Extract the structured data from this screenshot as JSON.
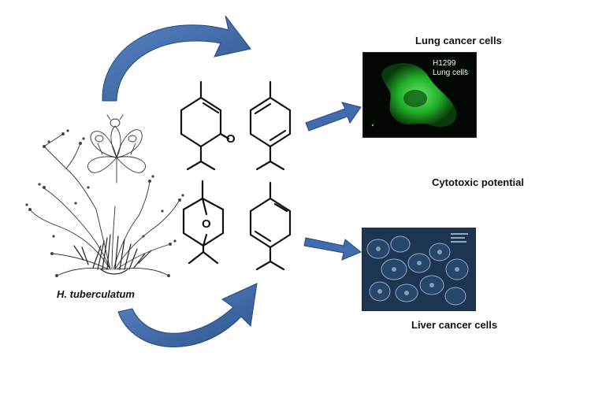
{
  "labels": {
    "lung_cancer": "Lung cancer cells",
    "lung_micro_line1": "H1299",
    "lung_micro_line2": "Lung cells",
    "cytotoxic": "Cytotoxic potential",
    "liver_cancer": "Liver cancer cells",
    "plant_name": "H. tuberculatum",
    "carbonyl_atom": "O",
    "ether_atom": "O"
  },
  "colors": {
    "arrow_blue": "#3f6cae",
    "arrow_dark": "#274b82",
    "fluorescence_green": "#22c22a",
    "liver_background": "#1c3552"
  }
}
